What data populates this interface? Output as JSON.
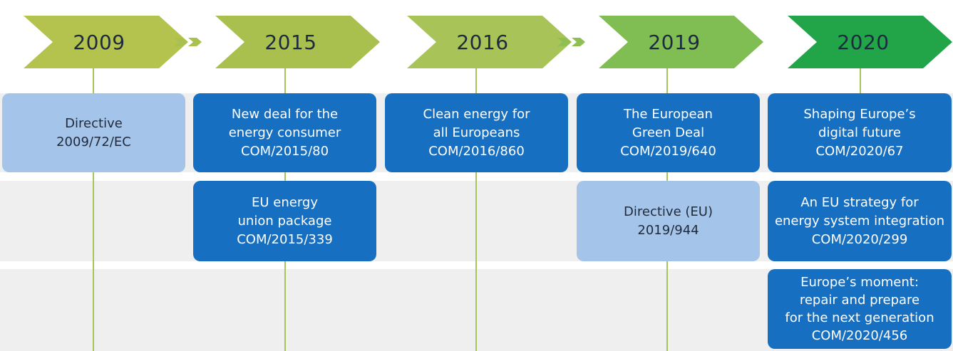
{
  "timeline": {
    "years": [
      "2009",
      "2015",
      "2016",
      "2019",
      "2020"
    ],
    "colors": {
      "chevron": [
        "#b3c34d",
        "#a9c04e",
        "#a8c357",
        "#80bd52",
        "#22a548"
      ],
      "card_dark": "#176fc1",
      "card_light": "#a5c4e9"
    },
    "separator_icon": "double-chevron-arrows-icon",
    "cards": [
      {
        "id": "dir-2009-72",
        "col": 0,
        "row": 0,
        "style": "light",
        "text": "Directive\n2009/72/EC"
      },
      {
        "id": "com-2015-80",
        "col": 1,
        "row": 0,
        "style": "dark",
        "text": "New deal for the\nenergy consumer\nCOM/2015/80"
      },
      {
        "id": "com-2015-339",
        "col": 1,
        "row": 1,
        "style": "dark",
        "text": "EU energy\nunion package\nCOM/2015/339"
      },
      {
        "id": "com-2016-860",
        "col": 2,
        "row": 0,
        "style": "dark",
        "text": "Clean energy for\nall Europeans\nCOM/2016/860"
      },
      {
        "id": "com-2019-640",
        "col": 3,
        "row": 0,
        "style": "dark",
        "text": "The European\nGreen Deal\nCOM/2019/640"
      },
      {
        "id": "dir-2019-944",
        "col": 3,
        "row": 1,
        "style": "light",
        "text": "Directive (EU)\n2019/944"
      },
      {
        "id": "com-2020-67",
        "col": 4,
        "row": 0,
        "style": "dark",
        "text": "Shaping Europe’s\ndigital future\nCOM/2020/67"
      },
      {
        "id": "com-2020-299",
        "col": 4,
        "row": 1,
        "style": "dark",
        "text": "An EU strategy for\nenergy system integration\nCOM/2020/299"
      },
      {
        "id": "com-2020-456",
        "col": 4,
        "row": 2,
        "style": "dark",
        "text": "Europe’s moment:\nrepair and prepare\nfor the next generation\nCOM/2020/456"
      }
    ]
  }
}
